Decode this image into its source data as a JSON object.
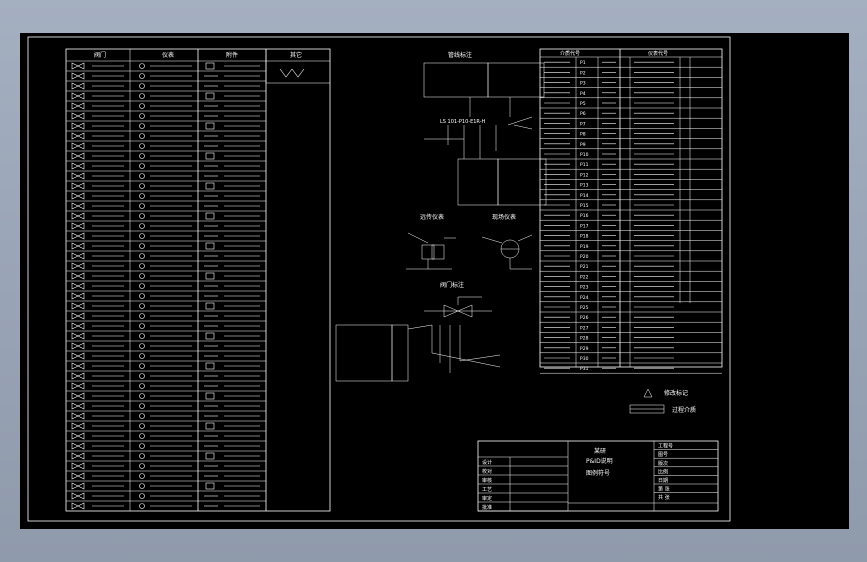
{
  "legend_sheet": {
    "header_valves": "阀门",
    "header_instruments": "仪表",
    "header_misc": "附件",
    "header_other": "其它"
  },
  "labels": {
    "pipe_label_title": "管线标注",
    "io_title_left": "远传仪表",
    "io_title_right": "现场仪表",
    "valve_label_title": "阀门标注",
    "medium_table_title_left": "介质代号",
    "medium_table_title_right": "仪表代号",
    "revision_mark": "修改标记",
    "delivery_mark": "过程介质"
  },
  "pipe_label_sample": "LS 101-P10-E1R-H",
  "medium_codes": [
    "P1",
    "P2",
    "P3",
    "P4",
    "P5",
    "P6",
    "P7",
    "P8",
    "P9",
    "P10",
    "P11",
    "P12",
    "P13",
    "P14",
    "P15",
    "P16",
    "P17",
    "P18",
    "P19",
    "P20",
    "P21",
    "P22",
    "P23",
    "P24",
    "P25",
    "P26",
    "P27",
    "P28",
    "P29",
    "P30",
    "P31"
  ],
  "title_block": {
    "company": "某研",
    "project": "P&ID说明",
    "drawing_name": "图例符号",
    "roles": [
      "设计",
      "校对",
      "审核",
      "工艺",
      "审定",
      "批准"
    ],
    "meta": [
      "工程号",
      "图号",
      "版次",
      "比例",
      "日期",
      "第 张",
      "共 张"
    ]
  }
}
